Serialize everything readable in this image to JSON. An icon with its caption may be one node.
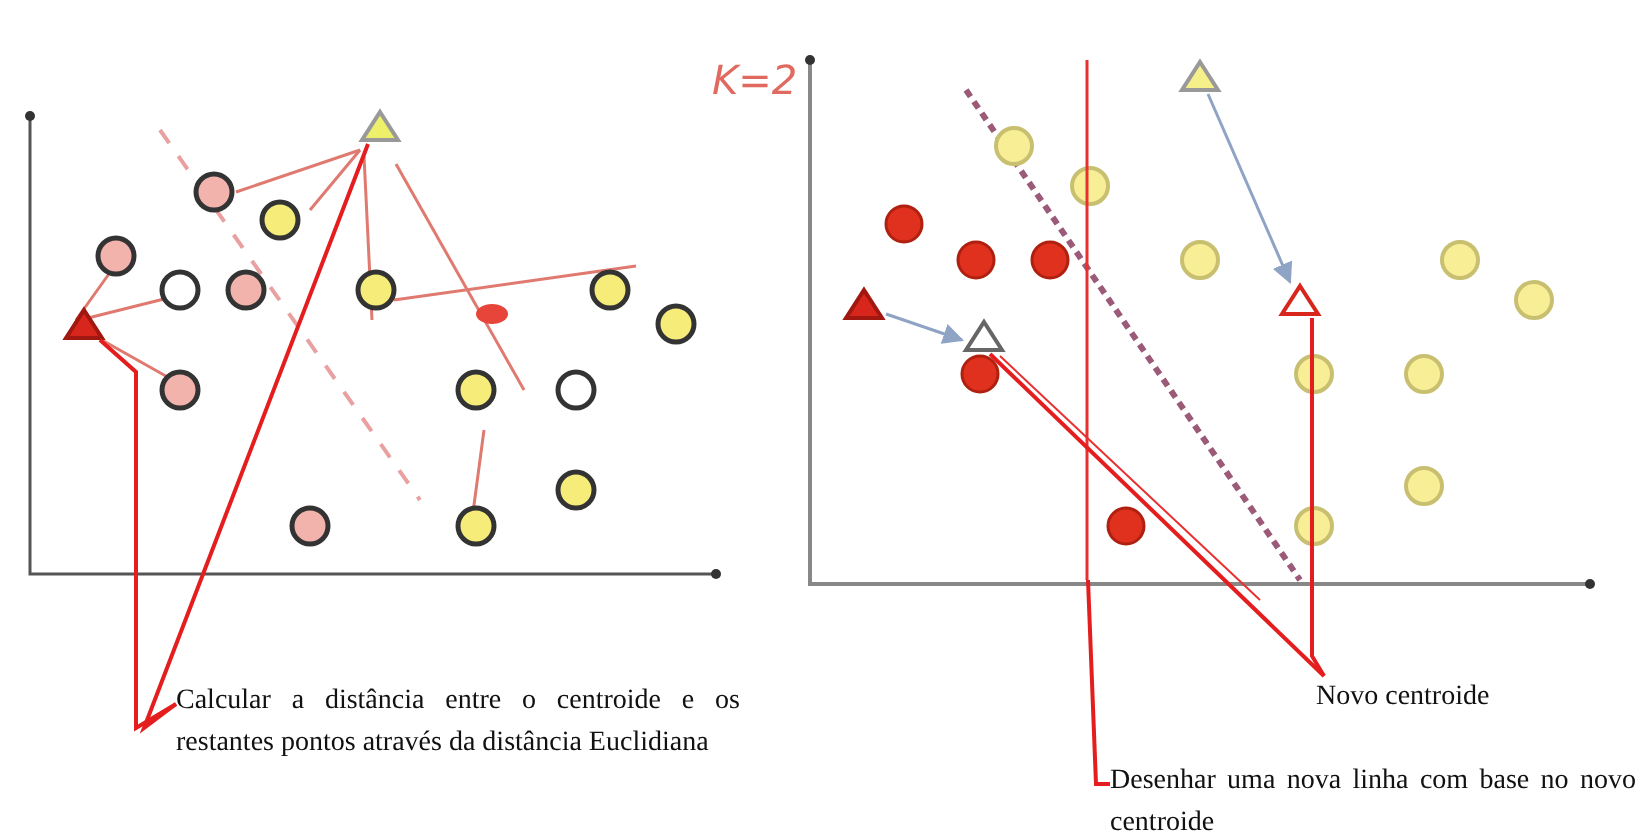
{
  "diagram": {
    "nodes": [
      {
        "text": [],
        "shape": "triangle"
      },
      {
        "text": [],
        "shape": "triangle"
      },
      {
        "text": [],
        "shape": "triangle"
      },
      {
        "text": [],
        "shape": "triangle"
      },
      {
        "text": [],
        "shape": "triangle"
      },
      {
        "text": [],
        "shape": "triangle"
      },
      {
        "text": [],
        "shape": "line"
      },
      {
        "text": [
          "Calcular a distância entre o centroide e os restantes pontos através da distância Euclidiana"
        ]
      },
      {
        "text": [
          "Novo centroide"
        ]
      },
      {
        "text": [
          "Desenhar uma nova linha com base no novo centroide"
        ]
      }
    ],
    "edges": [
      {
        "from": 7,
        "to": 0,
        "arrow": "none"
      },
      {
        "from": 7,
        "to": 1,
        "arrow": "none"
      },
      {
        "from": 2,
        "to": 3,
        "arrow": "to",
        "color": "#8fa3c4"
      },
      {
        "from": 4,
        "to": 5,
        "arrow": "to",
        "color": "#8fa3c4"
      },
      {
        "from": 8,
        "to": 3,
        "arrow": "none"
      },
      {
        "from": 8,
        "to": 5,
        "arrow": "none"
      },
      {
        "from": 9,
        "to": 6,
        "arrow": "none"
      }
    ],
    "labels": [
      "K=2"
    ]
  }
}
